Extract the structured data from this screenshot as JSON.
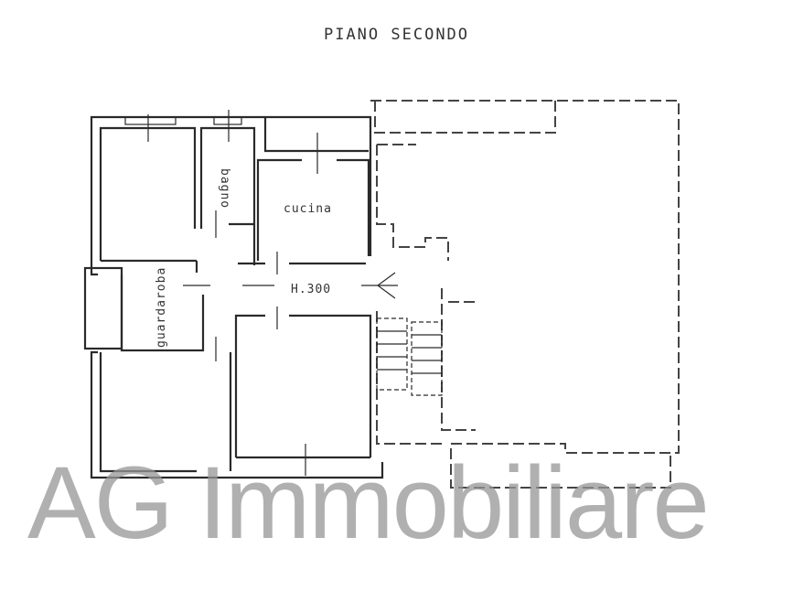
{
  "title": "PIANO SECONDO",
  "rooms": {
    "bagno": "bagno",
    "cucina": "cucina",
    "guardaroba": "guardaroba"
  },
  "height_label": "H.300",
  "watermark": "AG Immobiliare"
}
